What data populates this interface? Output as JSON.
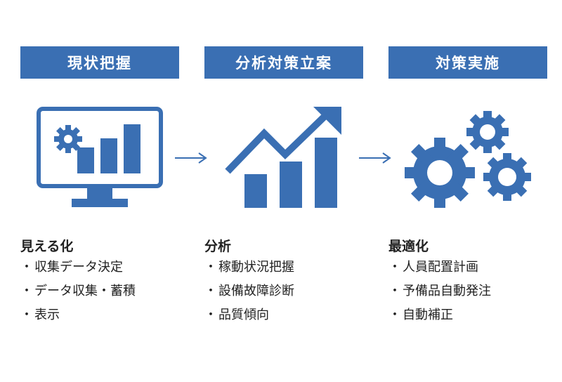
{
  "steps": [
    {
      "header": "現状把握",
      "icon": "monitor-chart-gear-icon",
      "title": "見える化",
      "bullet": "・",
      "items": [
        "収集データ決定",
        "データ収集・蓄積",
        "表示"
      ]
    },
    {
      "header": "分析対策立案",
      "icon": "rising-bar-chart-icon",
      "title": "分析",
      "bullet": "・",
      "items": [
        "稼動状況把握",
        "設備故障診断",
        "品質傾向"
      ]
    },
    {
      "header": "対策実施",
      "icon": "gears-icon",
      "title": "最適化",
      "bullet": "・",
      "items": [
        "人員配置計画",
        "予備品自動発注",
        "自動補正"
      ]
    }
  ],
  "colors": {
    "accent": "#3a6fb3"
  }
}
